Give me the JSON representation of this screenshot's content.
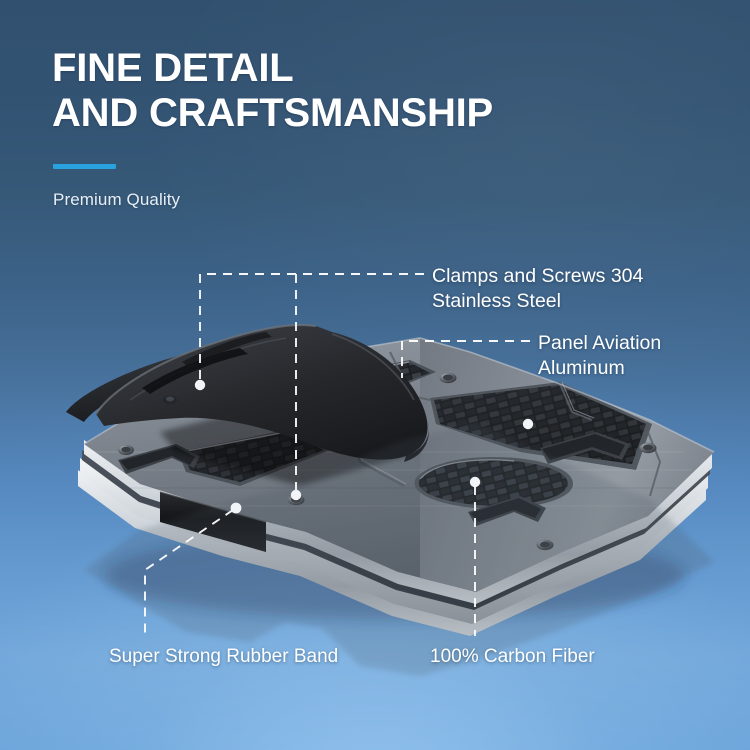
{
  "background": {
    "top_color": "#31506f",
    "bottom_color": "#66a2da",
    "style": "vertical blue gradient, dark navy top to light sky blue bottom with glossy floor reflection"
  },
  "header": {
    "headline": "FINE DETAIL\nAND CRAFTSMANSHIP",
    "headline_color": "#ffffff",
    "accent_color": "#29a3e0",
    "subtitle": "Premium Quality",
    "subtitle_color": "#e7eef6"
  },
  "callouts": [
    {
      "id": "clamps",
      "label": "Clamps and Screws 304\nStainless Steel",
      "anchor": "screw on aluminum panel"
    },
    {
      "id": "panel",
      "label": "Panel Aviation\nAluminum",
      "anchor": "aluminum panel body"
    },
    {
      "id": "rubber",
      "label": "Super Strong Rubber Band",
      "anchor": "black elastic band on side of wallet"
    },
    {
      "id": "carbon",
      "label": "100% Carbon Fiber",
      "anchor": "carbon fiber inlay window"
    }
  ],
  "leader_line": {
    "color": "#ffffff",
    "style": "dashed",
    "endpoint": "round pin dot"
  },
  "product": {
    "name": "metal card holder wallet",
    "materials": {
      "clip_color": "#2b2d31",
      "panel_color": "#7c828a",
      "carbon_color": "#23262b",
      "edge_color": "#c9ced4",
      "band_color": "#1b1c1f"
    }
  }
}
